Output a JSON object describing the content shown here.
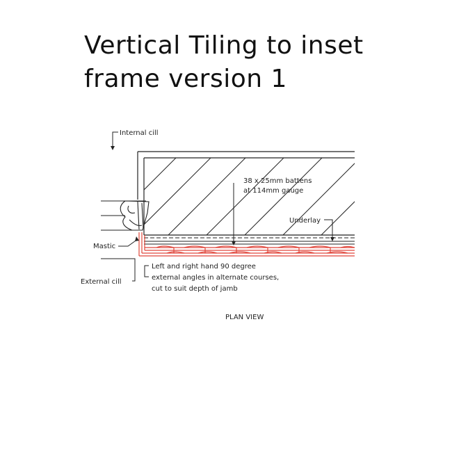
{
  "title": {
    "line1": "Vertical Tiling to inset",
    "line2": "frame version 1"
  },
  "labels": {
    "internal_cill": "Internal cill",
    "battens_line1": "38 x 25mm battens",
    "battens_line2": "at 114mm gauge",
    "underlay": "Underlay",
    "mastic": "Mastic",
    "external_cill": "External cill",
    "angles_line1": "Left and right hand 90 degree",
    "angles_line2": "external angles in alternate courses,",
    "angles_line3": "cut to suit depth of jamb",
    "view": "PLAN VIEW"
  },
  "colors": {
    "line": "#222222",
    "tile": "#e0453a"
  }
}
